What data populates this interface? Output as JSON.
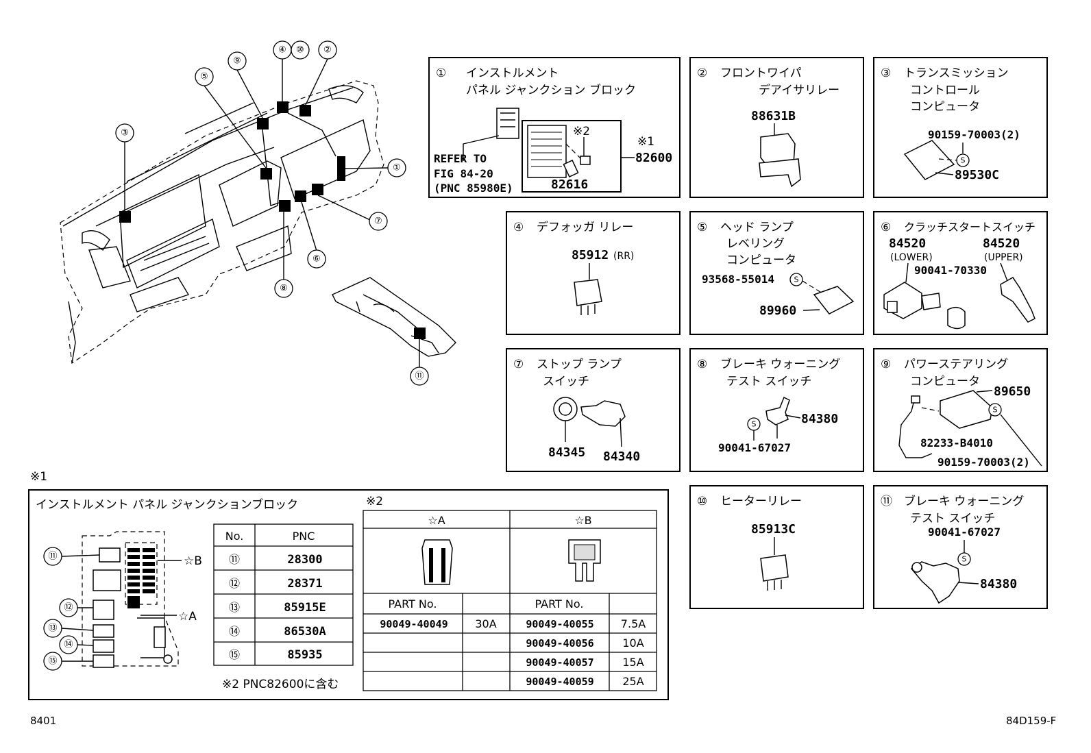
{
  "callouts": [
    "①",
    "②",
    "③",
    "④",
    "⑤",
    "⑥",
    "⑦",
    "⑧",
    "⑨",
    "⑩",
    "⑪",
    "⑫",
    "⑬",
    "⑭",
    "⑮"
  ],
  "main_labels": {
    "l1": "①",
    "l2": "②",
    "l3": "③",
    "l410": "④⑩",
    "l5": "⑤",
    "l6": "⑥",
    "l7": "⑦",
    "l8": "⑧",
    "l9": "⑨",
    "l11": "⑪"
  },
  "panels": {
    "p1": {
      "num": "①",
      "title1": "インストルメント",
      "title2": "パネル ジャンクション ブロック",
      "refer1": "REFER TO",
      "refer2": "FIG 84-20",
      "refer3": "(PNC 85980E)",
      "note2": "※2",
      "note1": "※1",
      "part1": "82600",
      "part2": "82616"
    },
    "p2": {
      "num": "②",
      "title1": "フロントワイパ",
      "title2": "デアイサリレー",
      "part": "88631B"
    },
    "p3": {
      "num": "③",
      "title1": "トランスミッション",
      "title2": "コントロール",
      "title3": "コンピュータ",
      "bolt": "90159-70003(2)",
      "part": "89530C"
    },
    "p4": {
      "num": "④",
      "title1": "デフォッガ リレー",
      "part": "85912",
      "suffix": "(RR)"
    },
    "p5": {
      "num": "⑤",
      "title1": "ヘッド ランプ",
      "title2": "レベリング",
      "title3": "コンピュータ",
      "bolt": "93568-55014",
      "part": "89960"
    },
    "p6": {
      "num": "⑥",
      "title1": "クラッチスタートスイッチ",
      "partL": "84520",
      "subL": "(LOWER)",
      "partR": "84520",
      "subR": "(UPPER)",
      "nut": "90041-70330"
    },
    "p7": {
      "num": "⑦",
      "title1": "ストップ ランプ",
      "title2": "スイッチ",
      "partA": "84345",
      "partB": "84340"
    },
    "p8": {
      "num": "⑧",
      "title1": "ブレーキ ウォーニング",
      "title2": "テスト スイッチ",
      "part": "84380",
      "bolt": "90041-67027"
    },
    "p9": {
      "num": "⑨",
      "title1": "パワーステアリング",
      "title2": "コンピュータ",
      "part": "89650",
      "wire": "82233-B4010",
      "bolt": "90159-70003(2)"
    },
    "p10": {
      "num": "⑩",
      "title1": "ヒーターリレー",
      "part": "85913C"
    },
    "p11": {
      "num": "⑪",
      "title1": "ブレーキ ウォーニング",
      "title2": "テスト スイッチ",
      "bolt": "90041-67027",
      "part": "84380"
    }
  },
  "bottom": {
    "note1_mark": "※1",
    "title": "インストルメント パネル ジャンクションブロック",
    "star_b": "☆B",
    "star_a": "☆A",
    "table_headers": [
      "No.",
      "PNC"
    ],
    "table_rows": [
      {
        "no": "⑪",
        "pnc": "28300"
      },
      {
        "no": "⑫",
        "pnc": "28371"
      },
      {
        "no": "⑬",
        "pnc": "85915E"
      },
      {
        "no": "⑭",
        "pnc": "86530A"
      },
      {
        "no": "⑮",
        "pnc": "85935"
      }
    ],
    "footnote": "※2 PNC82600に含む",
    "fuse_mark": "※2",
    "fuse_a_head": "☆A",
    "fuse_b_head": "☆B",
    "part_no_label": "PART No.",
    "fuse_a_rows": [
      {
        "part": "90049-40049",
        "amp": "30A"
      }
    ],
    "fuse_b_rows": [
      {
        "part": "90049-40055",
        "amp": "7.5A"
      },
      {
        "part": "90049-40056",
        "amp": "10A"
      },
      {
        "part": "90049-40057",
        "amp": "15A"
      },
      {
        "part": "90049-40059",
        "amp": "25A"
      }
    ]
  },
  "footer": {
    "left": "8401",
    "right": "84D159-F"
  }
}
